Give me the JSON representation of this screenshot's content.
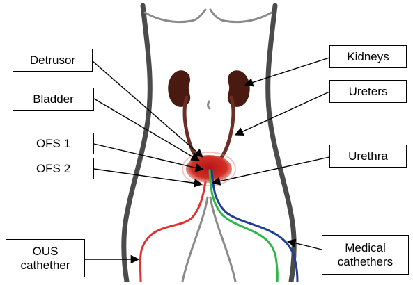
{
  "labels": {
    "detrusor": "Detrusor",
    "bladder": "Bladder",
    "ofs1": "OFS 1",
    "ofs2": "OFS 2",
    "ous_line1": "OUS",
    "ous_line2": "cathether",
    "kidneys": "Kidneys",
    "ureters": "Ureters",
    "urethra": "Urethra",
    "medical_line1": "Medical",
    "medical_line2": "cathethers"
  },
  "colors": {
    "body_outline": "#6e6e6e",
    "organ": "#4a1a10",
    "bladder": "#c8261e",
    "ous_catheter": "#e03030",
    "medical_catheter_green": "#2fb84a",
    "medical_catheter_blue": "#1f3c96"
  }
}
